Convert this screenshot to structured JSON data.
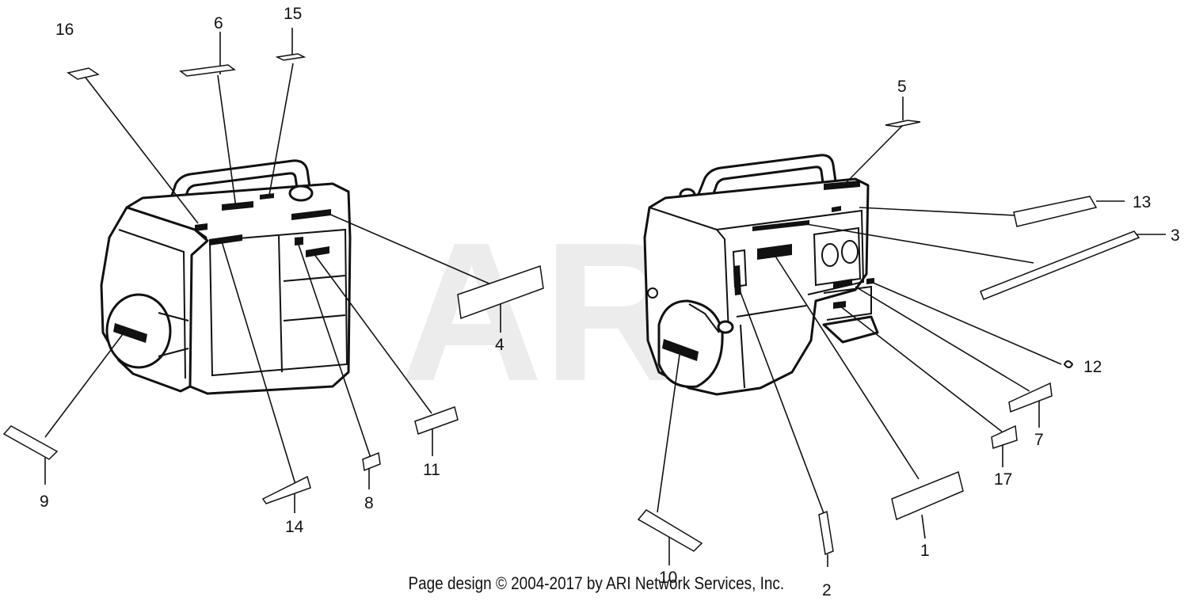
{
  "watermark": "ARI",
  "footer_text": "Page design © 2004-2017 by ARI Network Services, Inc.",
  "callouts": [
    "16",
    "6",
    "15",
    "4",
    "9",
    "14",
    "8",
    "11",
    "5",
    "13",
    "3",
    "12",
    "7",
    "17",
    "1",
    "2",
    "10"
  ]
}
